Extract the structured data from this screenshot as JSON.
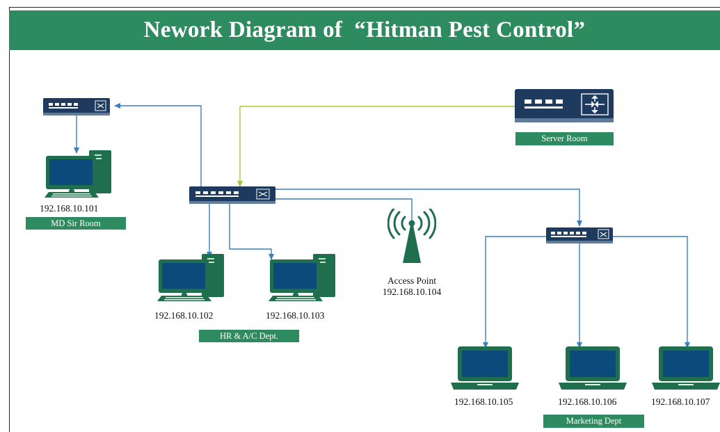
{
  "title": "Nework Diagram of  “Hitman Pest Control”",
  "colors": {
    "title_bg": "#2e8b5f",
    "label_bg": "#2e8b5f",
    "device_green": "#1f6e4e",
    "switch_navy": "#1e3a5f",
    "link_blue": "#3a7fc0",
    "link_green": "#9acd32"
  },
  "devices": {
    "pc_md": {
      "ip": "192.168.10.101",
      "icon": "desktop-computer-icon"
    },
    "pc_hr_1": {
      "ip": "192.168.10.102",
      "icon": "desktop-computer-icon"
    },
    "pc_hr_2": {
      "ip": "192.168.10.103",
      "icon": "desktop-computer-icon"
    },
    "access_point": {
      "label": "Access Point",
      "ip": "192.168.10.104",
      "icon": "wireless-access-point-icon"
    },
    "laptop_1": {
      "ip": "192.168.10.105",
      "icon": "laptop-icon"
    },
    "laptop_2": {
      "ip": "192.168.10.106",
      "icon": "laptop-icon"
    },
    "laptop_3": {
      "ip": "192.168.10.107",
      "icon": "laptop-icon"
    },
    "switch_md": {
      "icon": "network-switch-icon"
    },
    "switch_core": {
      "icon": "network-switch-icon"
    },
    "switch_marketing": {
      "icon": "network-switch-icon"
    },
    "server_router": {
      "icon": "router-icon"
    }
  },
  "labels": {
    "md_room": "MD Sir Room",
    "hr_dept": "HR & A/C Dept.",
    "server_room": "Server Room",
    "marketing_dept": "Marketing Dept"
  }
}
